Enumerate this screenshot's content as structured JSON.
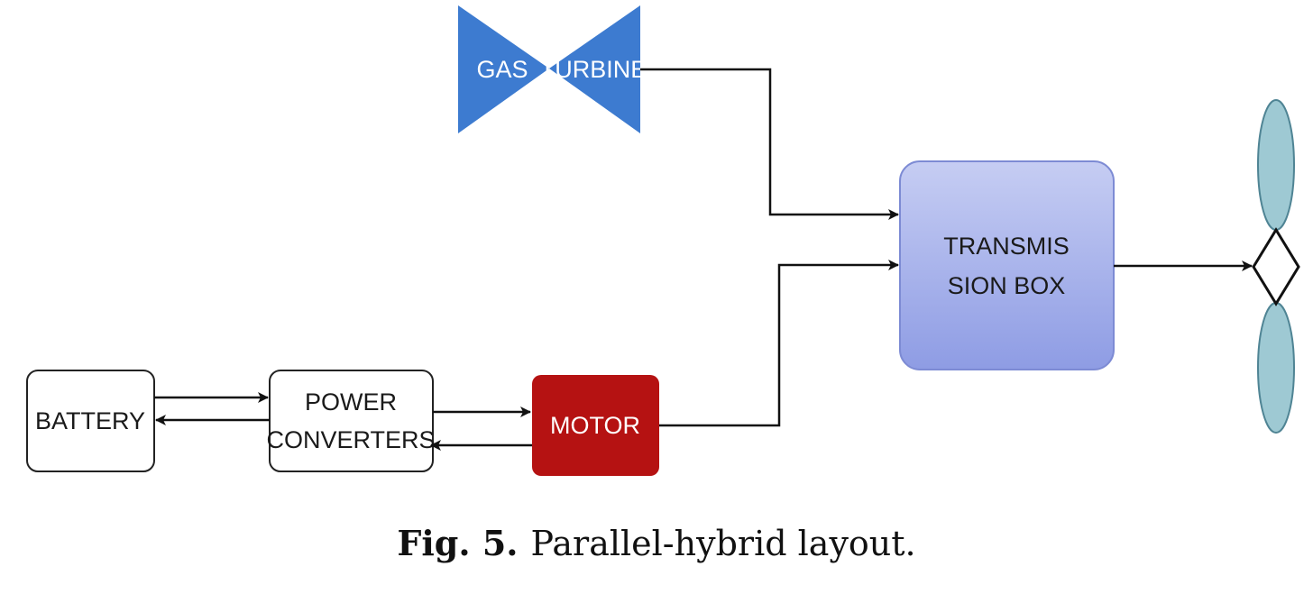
{
  "diagram": {
    "nodes": {
      "gas_turbine": {
        "label_left": "GAS",
        "label_right": "TURBINE",
        "fill": "#3d7bd0"
      },
      "transmission_box": {
        "label_line1": "TRANSMIS",
        "label_line2": "SION BOX",
        "fill_top": "#c6cdf3",
        "fill_bottom": "#8e9ce4",
        "stroke": "#7d8bd4"
      },
      "battery": {
        "label": "BATTERY",
        "fill": "#ffffff"
      },
      "power_converters": {
        "label_line1": "POWER",
        "label_line2": "CONVERTERS",
        "fill": "#ffffff"
      },
      "motor": {
        "label": "MOTOR",
        "fill": "#b51212"
      },
      "propeller": {
        "blade_fill": "#9ec9d3",
        "blade_stroke": "#4f8494"
      }
    },
    "connections": [
      {
        "from": "gas_turbine",
        "to": "transmission_box"
      },
      {
        "from": "motor",
        "to": "transmission_box"
      },
      {
        "from": "transmission_box",
        "to": "propeller"
      },
      {
        "from": "battery",
        "to": "power_converters"
      },
      {
        "from": "power_converters",
        "to": "battery"
      },
      {
        "from": "power_converters",
        "to": "motor"
      },
      {
        "from": "motor",
        "to": "power_converters"
      }
    ]
  },
  "caption": {
    "figure_number": "Fig. 5.",
    "text": "Parallel-hybrid layout."
  }
}
